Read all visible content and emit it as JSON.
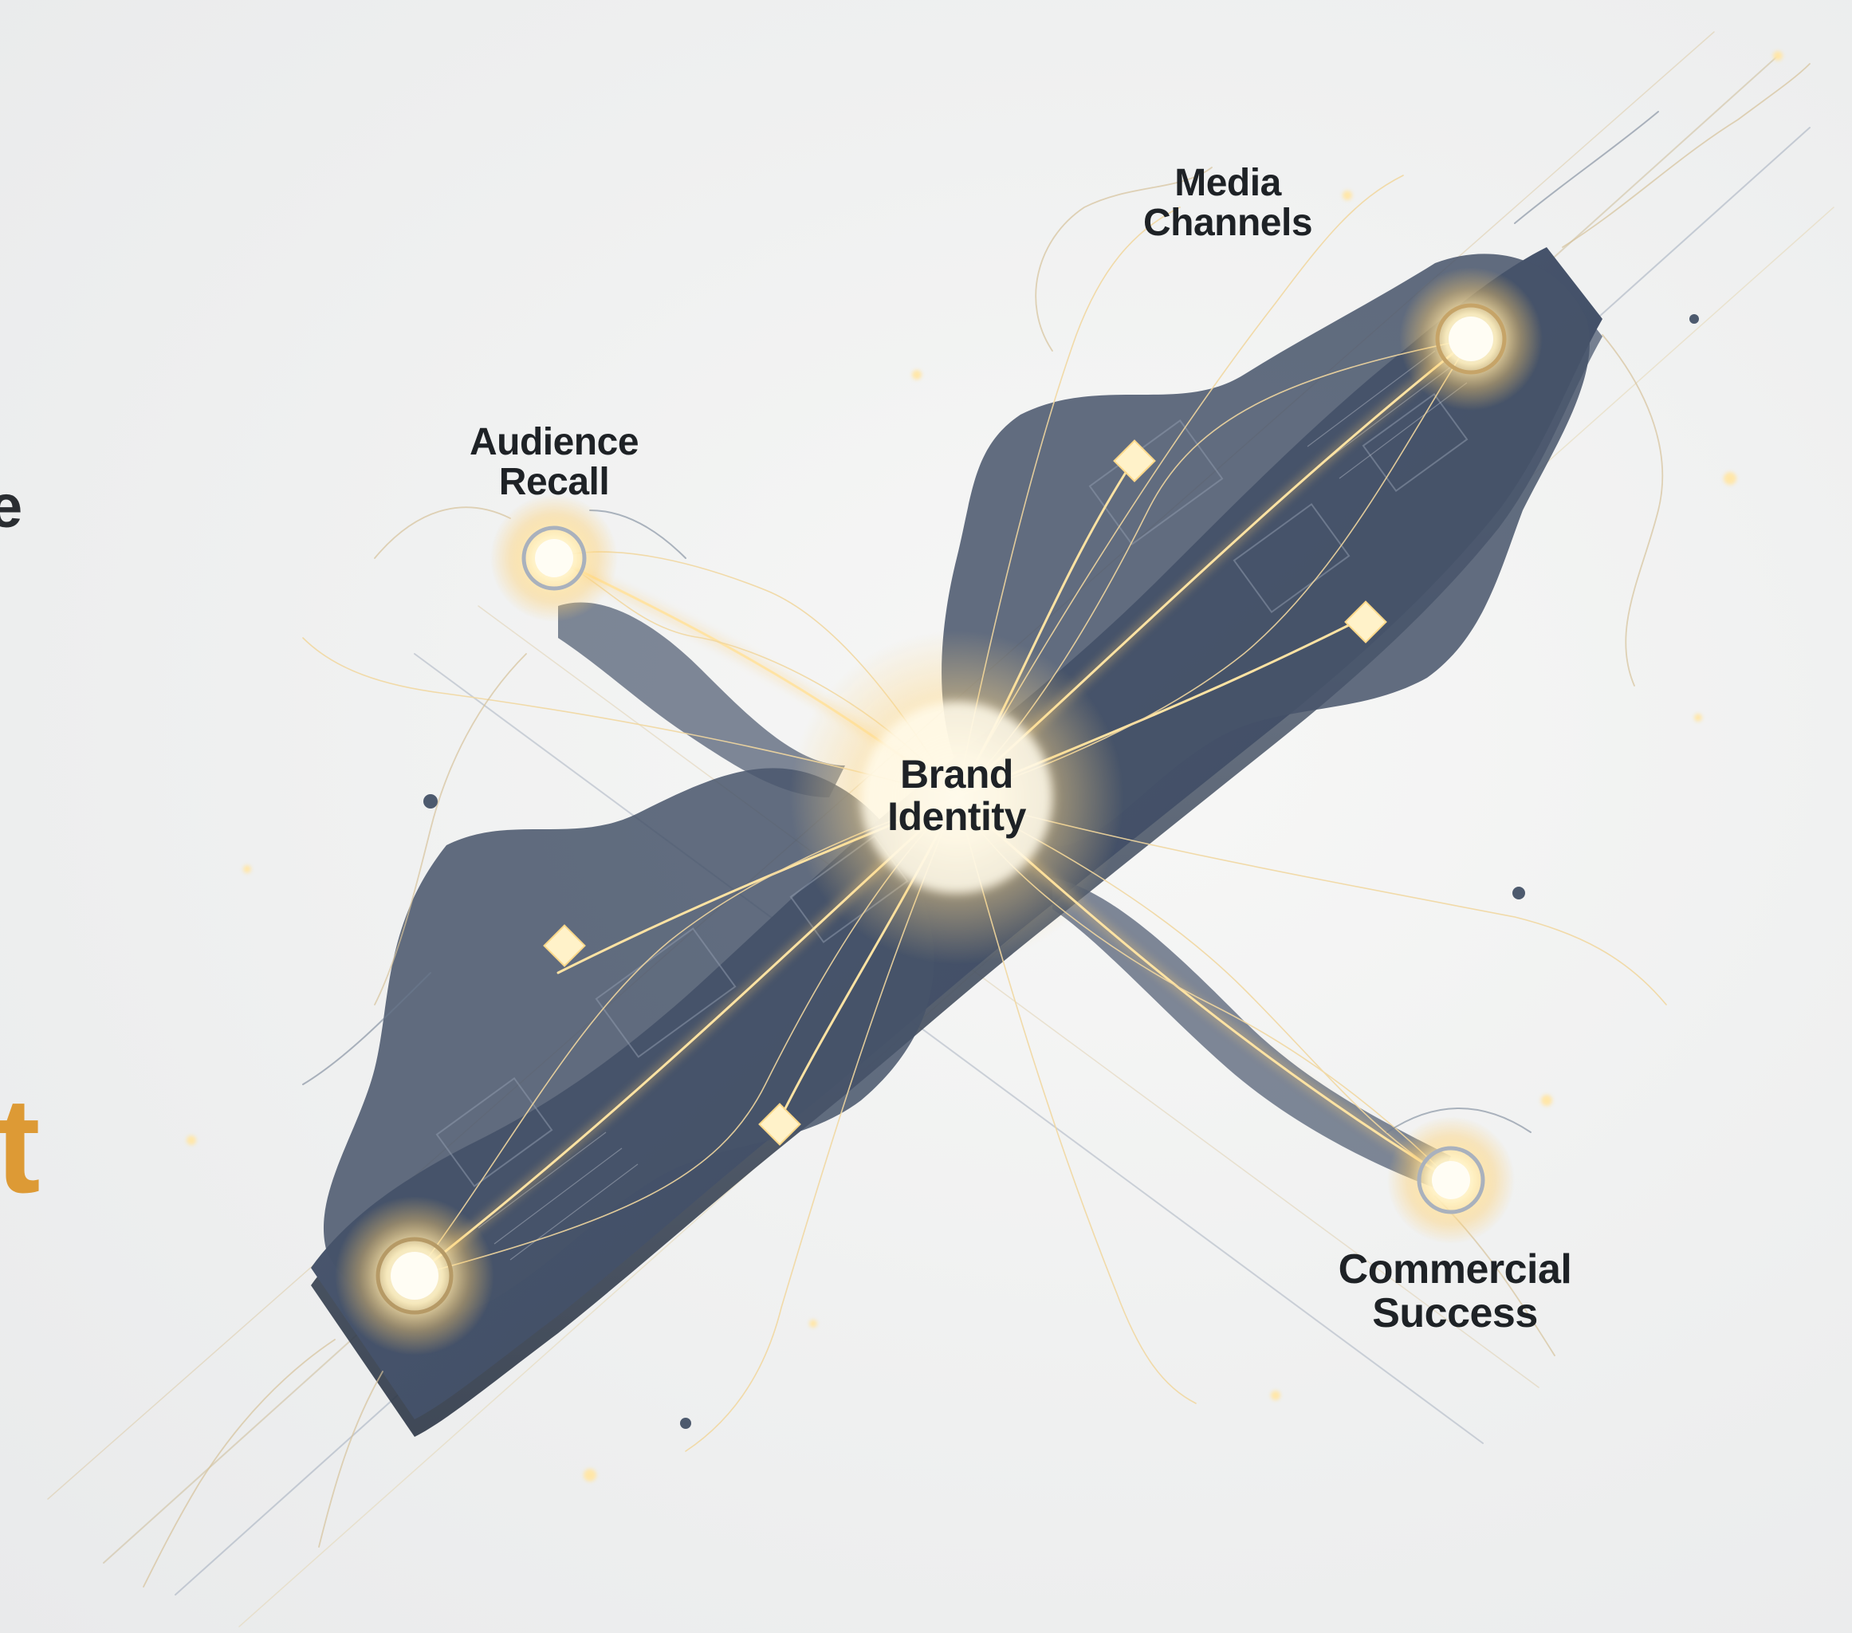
{
  "diagram": {
    "center": {
      "line1": "Brand",
      "line2": "Identity"
    },
    "nodes": [
      {
        "id": "media-channels",
        "line1": "Media",
        "line2": "Channels"
      },
      {
        "id": "audience-recall",
        "line1": "Audience",
        "line2": "Recall"
      },
      {
        "id": "commercial-success",
        "line1": "Commercial",
        "line2": "Success"
      },
      {
        "id": "bottom-left-node",
        "line1": "",
        "line2": ""
      }
    ]
  },
  "cropped_text": {
    "edge_letter_top": "e",
    "edge_letter_bottom": "t"
  },
  "colors": {
    "background": "#f0f1f1",
    "board": "#4d5a6e",
    "board_dark": "#2f3a4a",
    "glow": "#ffd98a",
    "accent_text": "#dd9a35",
    "label_text": "#1e2226"
  }
}
